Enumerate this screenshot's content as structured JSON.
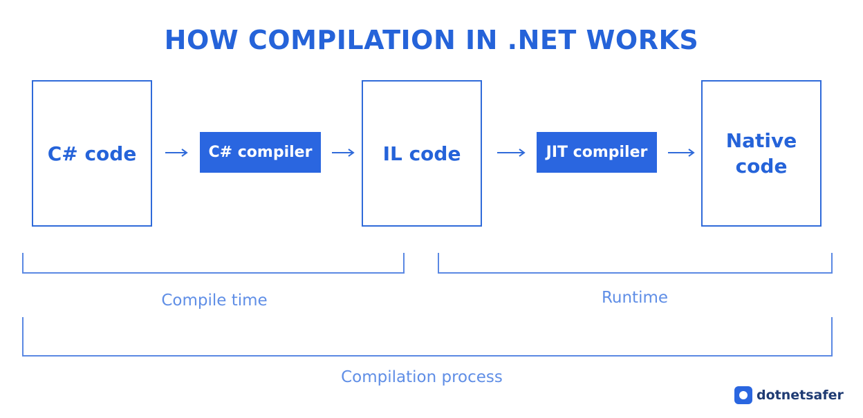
{
  "title": "HOW COMPILATION IN .NET WORKS",
  "stages": {
    "source": "C# code",
    "c_compiler": "C# compiler",
    "il": "IL code",
    "jit": "JIT compiler",
    "native_line1": "Native",
    "native_line2": "code"
  },
  "phases": {
    "compile_time": "Compile time",
    "runtime": "Runtime",
    "process": "Compilation process"
  },
  "brand": {
    "logo_text": "dotnetsafer",
    "primary_color": "#2563d9",
    "accent_color": "#2a66e0"
  }
}
